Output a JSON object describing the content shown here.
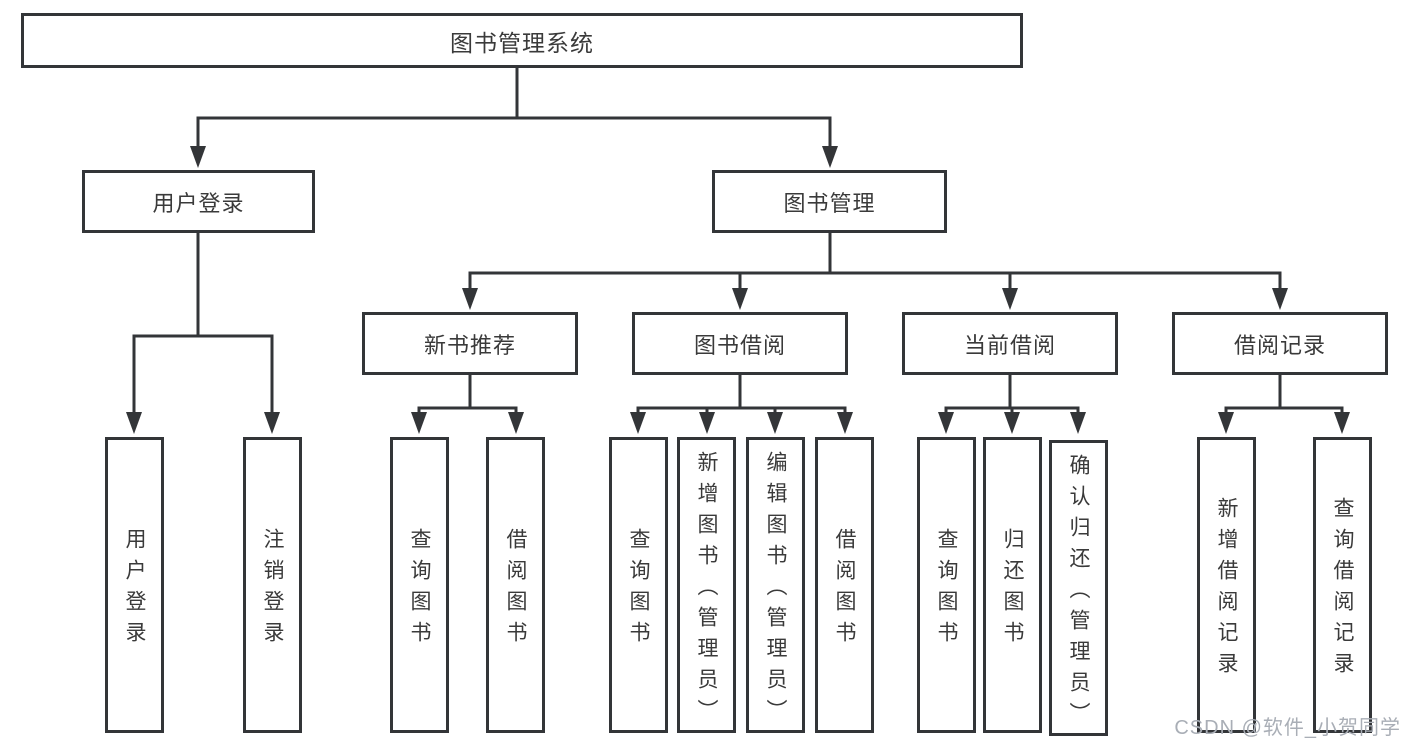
{
  "tree": {
    "root": {
      "label": "图书管理系统"
    },
    "level2": [
      {
        "label": "用户登录",
        "children": [
          {
            "label": "用户登录"
          },
          {
            "label": "注销登录"
          }
        ]
      },
      {
        "label": "图书管理",
        "children": [
          {
            "label": "新书推荐",
            "children": [
              {
                "label": "查询图书"
              },
              {
                "label": "借阅图书"
              }
            ]
          },
          {
            "label": "图书借阅",
            "children": [
              {
                "label": "查询图书"
              },
              {
                "label": "新增图书（管理员）"
              },
              {
                "label": "编辑图书（管理员）"
              },
              {
                "label": "借阅图书"
              }
            ]
          },
          {
            "label": "当前借阅",
            "children": [
              {
                "label": "查询图书"
              },
              {
                "label": "归还图书"
              },
              {
                "label": "确认归还（管理员）"
              }
            ]
          },
          {
            "label": "借阅记录",
            "children": [
              {
                "label": "新增借阅记录"
              },
              {
                "label": "查询借阅记录"
              }
            ]
          }
        ]
      }
    ]
  },
  "watermark": "CSDN @软件_小贺同学",
  "colors": {
    "line": "#333538",
    "text": "#3a3a3a",
    "watermark": "#a9aeb6",
    "bg": "#ffffff"
  }
}
